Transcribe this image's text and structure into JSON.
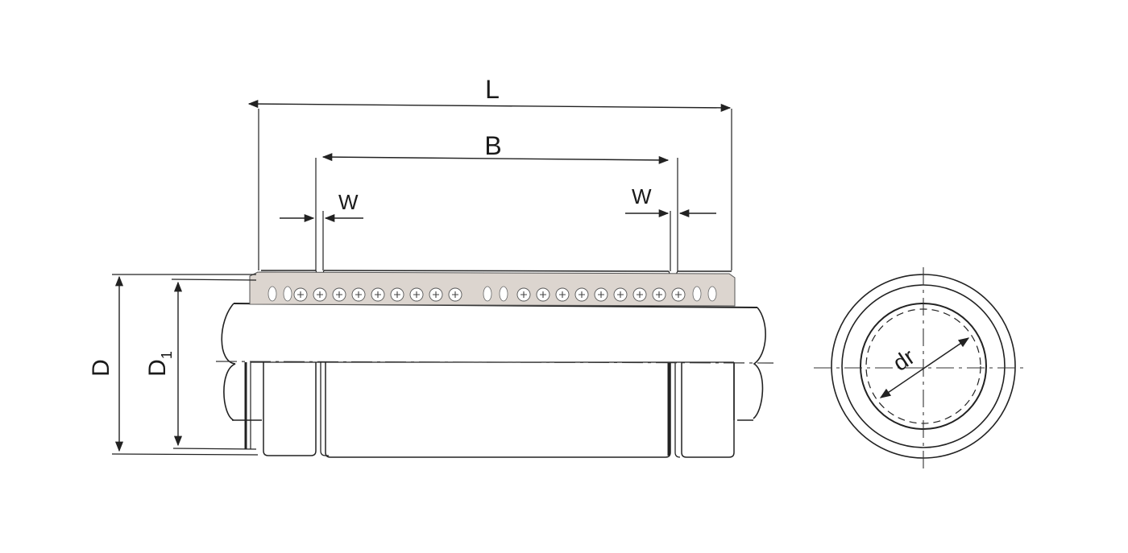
{
  "labels": {
    "overall_length": "L",
    "ring_distance": "B",
    "ring_width_left": "W",
    "ring_width_right": "W",
    "outer_diameter": "D",
    "groove_diameter_main": "D",
    "groove_diameter_sub": "1",
    "inner_diameter": "dr"
  },
  "colors": {
    "line": "#222222",
    "ball_cage": "#d9d2cc",
    "background": "#ffffff"
  }
}
